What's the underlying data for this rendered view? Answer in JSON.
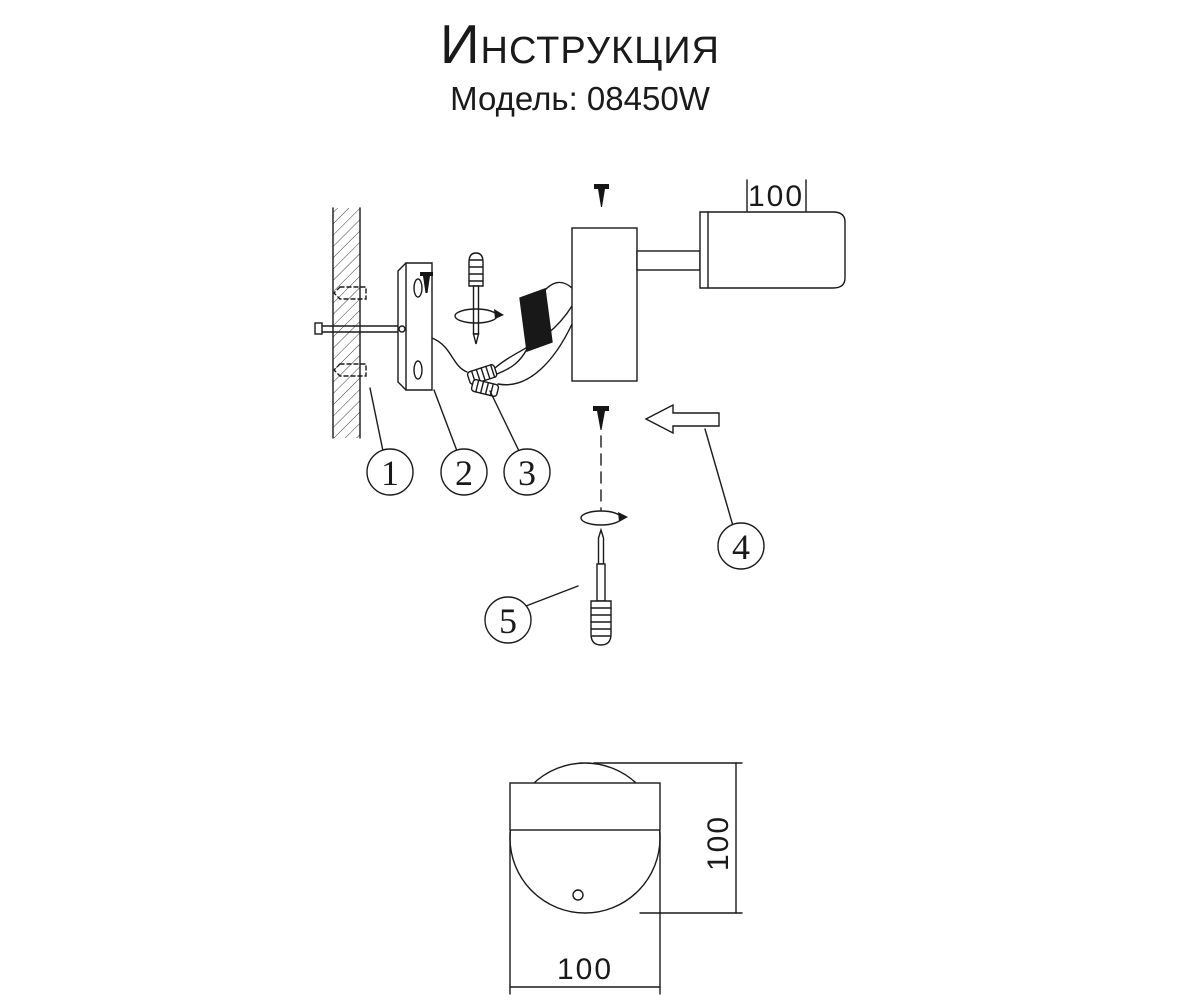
{
  "header": {
    "title": "ИНСТРУКЦИЯ",
    "model": "Модель: 08450W"
  },
  "diagram": {
    "callouts": [
      {
        "label": "1"
      },
      {
        "label": "2"
      },
      {
        "label": "3"
      },
      {
        "label": "4"
      },
      {
        "label": "5"
      }
    ],
    "dimensions": {
      "shade_length": "100",
      "plate_height": "100",
      "plate_width": "100"
    }
  }
}
